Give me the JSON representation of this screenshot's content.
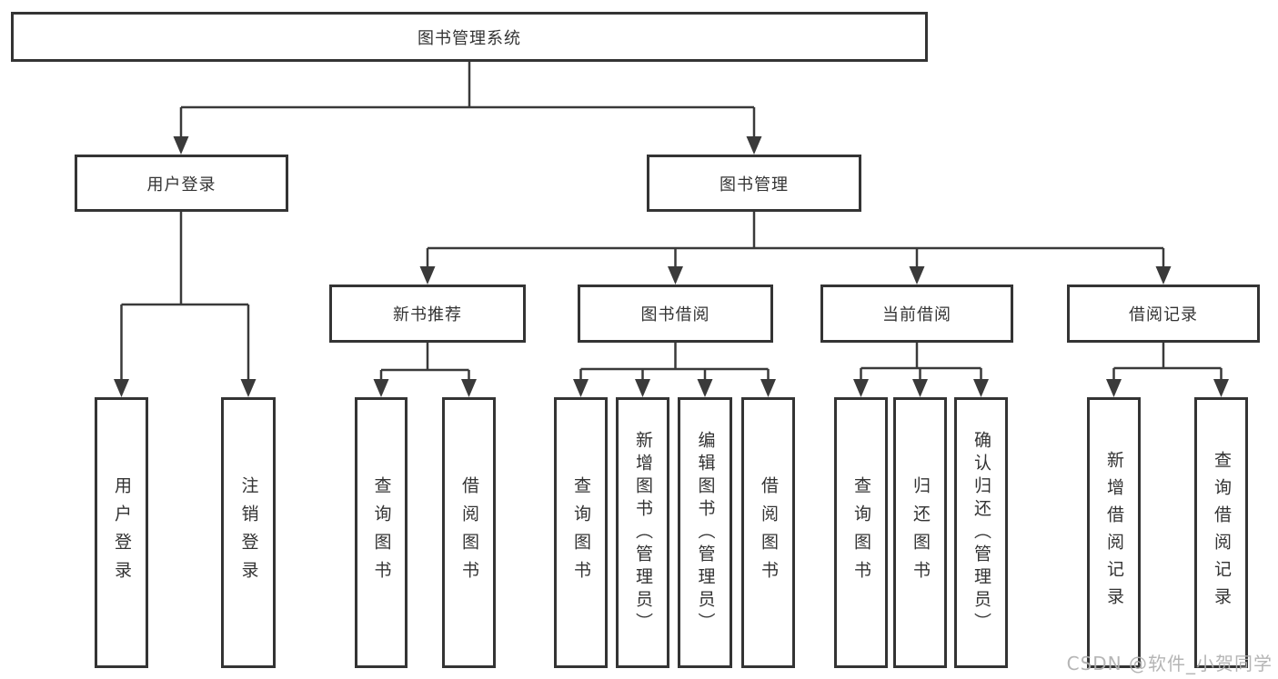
{
  "colors": {
    "line": "#3a3a3a",
    "box_border": "#343434",
    "text": "#333333",
    "watermark": "#afafaf",
    "background": "#ffffff"
  },
  "watermark": "CSDN @软件_小贺同学",
  "tree": {
    "label": "图书管理系统",
    "children": [
      {
        "label": "用户登录",
        "children": [
          {
            "label": "用户登录"
          },
          {
            "label": "注销登录"
          }
        ]
      },
      {
        "label": "图书管理",
        "children": [
          {
            "label": "新书推荐",
            "children": [
              {
                "label": "查询图书"
              },
              {
                "label": "借阅图书"
              }
            ]
          },
          {
            "label": "图书借阅",
            "children": [
              {
                "label": "查询图书"
              },
              {
                "label": "新增图书（管理员）"
              },
              {
                "label": "编辑图书（管理员）"
              },
              {
                "label": "借阅图书"
              }
            ]
          },
          {
            "label": "当前借阅",
            "children": [
              {
                "label": "查询图书"
              },
              {
                "label": "归还图书"
              },
              {
                "label": "确认归还（管理员）"
              }
            ]
          },
          {
            "label": "借阅记录",
            "children": [
              {
                "label": "新增借阅记录"
              },
              {
                "label": "查询借阅记录"
              }
            ]
          }
        ]
      }
    ]
  }
}
